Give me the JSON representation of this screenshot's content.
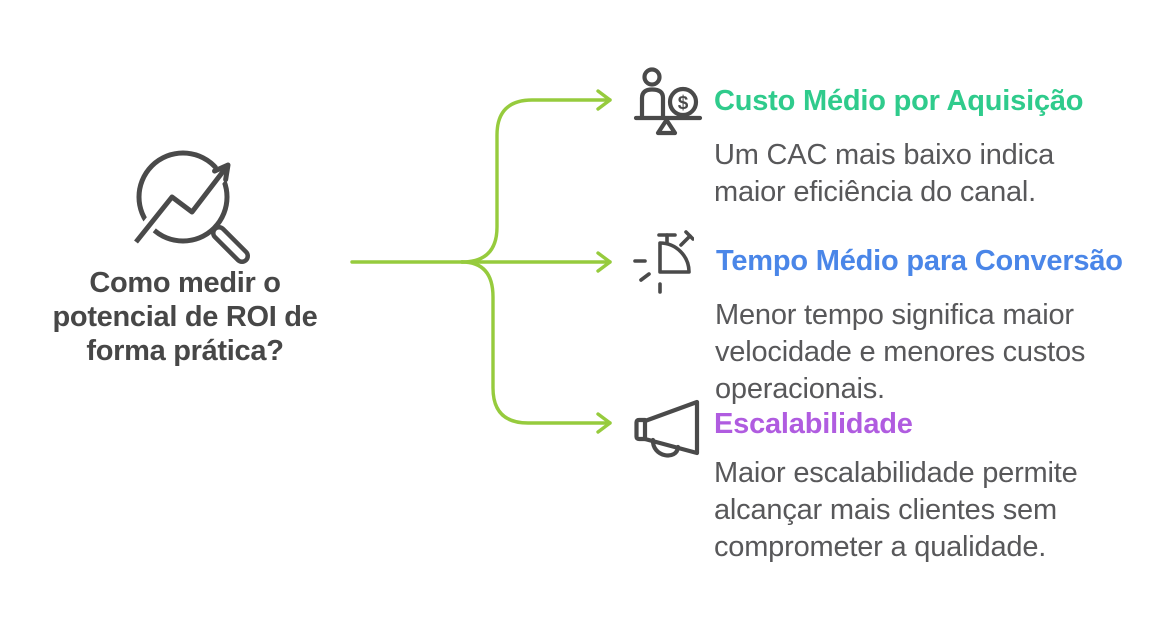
{
  "colors": {
    "connector_green": "#96cb3d",
    "icon_stroke": "#4a4a4a",
    "question_text": "#474747",
    "body_text": "#58585a",
    "title_green": "#2fcb8c",
    "title_blue": "#4a86e8",
    "title_purple": "#b05ce0"
  },
  "center": {
    "icon": "magnifier-trend-icon",
    "question": "Como medir o potencial de ROI de forma prática?",
    "question_lines": [
      "Como medir o",
      "potencial de ROI de",
      "forma prática?"
    ]
  },
  "branches": [
    {
      "icon": "balance-person-coin-icon",
      "title": "Custo Médio por Aquisição",
      "title_color": "#2fcb8c",
      "description": "Um CAC mais baixo indica maior eficiência do canal.",
      "description_lines": [
        "Um CAC mais baixo indica",
        "maior eficiência do canal."
      ]
    },
    {
      "icon": "stopwatch-icon",
      "title": "Tempo Médio para Conversão",
      "title_color": "#4a86e8",
      "description": "Menor tempo significa maior velocidade e menores custos operacionais.",
      "description_lines": [
        "Menor tempo significa maior",
        "velocidade e menores custos",
        "operacionais."
      ]
    },
    {
      "icon": "megaphone-icon",
      "title": "Escalabilidade",
      "title_color": "#b05ce0",
      "description": "Maior escalabilidade permite alcançar mais clientes sem comprometer a qualidade.",
      "description_lines": [
        "Maior escalabilidade permite",
        "alcançar mais clientes sem",
        "comprometer a qualidade."
      ]
    }
  ]
}
